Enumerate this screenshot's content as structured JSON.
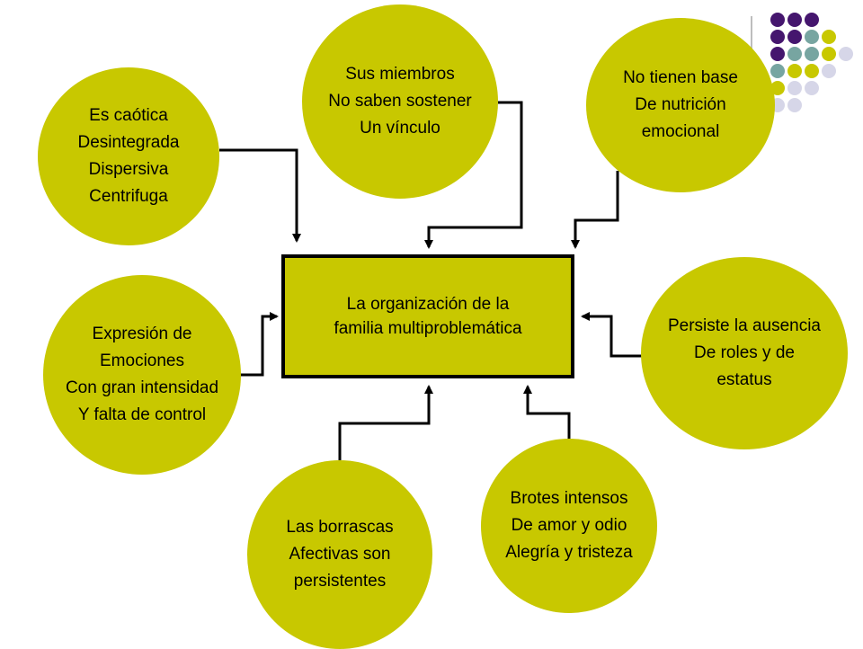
{
  "center": {
    "lines": [
      "La organización de la",
      "familia multiproblemática"
    ]
  },
  "bubbles": {
    "caotica": {
      "lines": [
        "Es caótica",
        "Desintegrada",
        "Dispersiva",
        "Centrifuga"
      ]
    },
    "miembros": {
      "lines": [
        "Sus miembros",
        "No saben sostener",
        "Un vínculo"
      ]
    },
    "nutricion": {
      "lines": [
        "No tienen base",
        "De nutrición",
        "emocional"
      ]
    },
    "emociones": {
      "lines": [
        "Expresión de",
        "Emociones",
        "Con gran intensidad",
        "Y falta de control"
      ]
    },
    "roles": {
      "lines": [
        "Persiste la ausencia",
        "De roles y de",
        "estatus"
      ]
    },
    "borrascas": {
      "lines": [
        "Las borrascas",
        "Afectivas son",
        "persistentes"
      ]
    },
    "brotes": {
      "lines": [
        "Brotes intensos",
        "De amor y odio",
        "Alegría y tristeza"
      ]
    }
  },
  "colors": {
    "bubble": "#c8c800",
    "border": "#000000",
    "dot_purple": "#45166e",
    "dot_teal": "#77a5a1",
    "dot_olive": "#c8c800",
    "dot_lavender": "#d6d6e8"
  },
  "decor_dots": [
    [
      "dot_purple",
      "dot_purple",
      "dot_purple"
    ],
    [
      "dot_purple",
      "dot_purple",
      "dot_teal",
      "dot_olive"
    ],
    [
      "dot_purple",
      "dot_teal",
      "dot_teal",
      "dot_olive",
      "dot_lavender"
    ],
    [
      "dot_teal",
      "dot_olive",
      "dot_olive",
      "dot_lavender"
    ],
    [
      "dot_olive",
      "dot_lavender",
      "dot_lavender"
    ],
    [
      "dot_lavender",
      "dot_lavender"
    ]
  ]
}
